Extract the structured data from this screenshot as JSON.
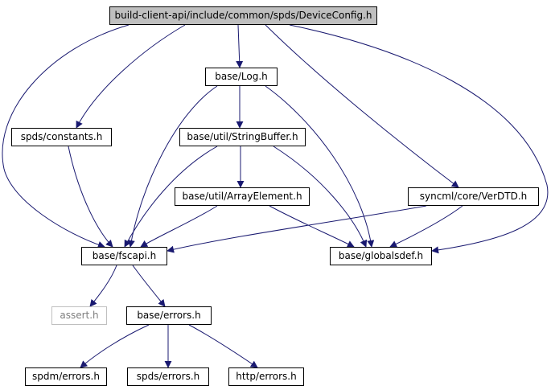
{
  "graph": {
    "nodes": {
      "root": "build-client-api/include/common/spds/DeviceConfig.h",
      "base_log": "base/Log.h",
      "spds_constants": "spds/constants.h",
      "base_util_stringbuffer": "base/util/StringBuffer.h",
      "base_util_arrayelement": "base/util/ArrayElement.h",
      "syncml_core_verdtd": "syncml/core/VerDTD.h",
      "base_fscapi": "base/fscapi.h",
      "base_globalsdef": "base/globalsdef.h",
      "assert": "assert.h",
      "base_errors": "base/errors.h",
      "spdm_errors": "spdm/errors.h",
      "spds_errors": "spds/errors.h",
      "http_errors": "http/errors.h"
    },
    "edges": [
      [
        "root",
        "base_log"
      ],
      [
        "root",
        "spds_constants"
      ],
      [
        "root",
        "base_fscapi"
      ],
      [
        "root",
        "syncml_core_verdtd"
      ],
      [
        "root",
        "base_globalsdef"
      ],
      [
        "base_log",
        "base_util_stringbuffer"
      ],
      [
        "base_log",
        "base_fscapi"
      ],
      [
        "base_log",
        "base_globalsdef"
      ],
      [
        "spds_constants",
        "base_fscapi"
      ],
      [
        "base_util_stringbuffer",
        "base_util_arrayelement"
      ],
      [
        "base_util_stringbuffer",
        "base_fscapi"
      ],
      [
        "base_util_stringbuffer",
        "base_globalsdef"
      ],
      [
        "base_util_arrayelement",
        "base_fscapi"
      ],
      [
        "base_util_arrayelement",
        "base_globalsdef"
      ],
      [
        "syncml_core_verdtd",
        "base_fscapi"
      ],
      [
        "syncml_core_verdtd",
        "base_globalsdef"
      ],
      [
        "base_fscapi",
        "assert"
      ],
      [
        "base_fscapi",
        "base_errors"
      ],
      [
        "base_errors",
        "spdm_errors"
      ],
      [
        "base_errors",
        "spds_errors"
      ],
      [
        "base_errors",
        "http_errors"
      ]
    ],
    "colors": {
      "edge": "#191970",
      "root_fill": "#bfbfbf",
      "node_border": "#000000",
      "missing_border": "#bfbfbf",
      "missing_text": "#7f7f7f"
    }
  }
}
